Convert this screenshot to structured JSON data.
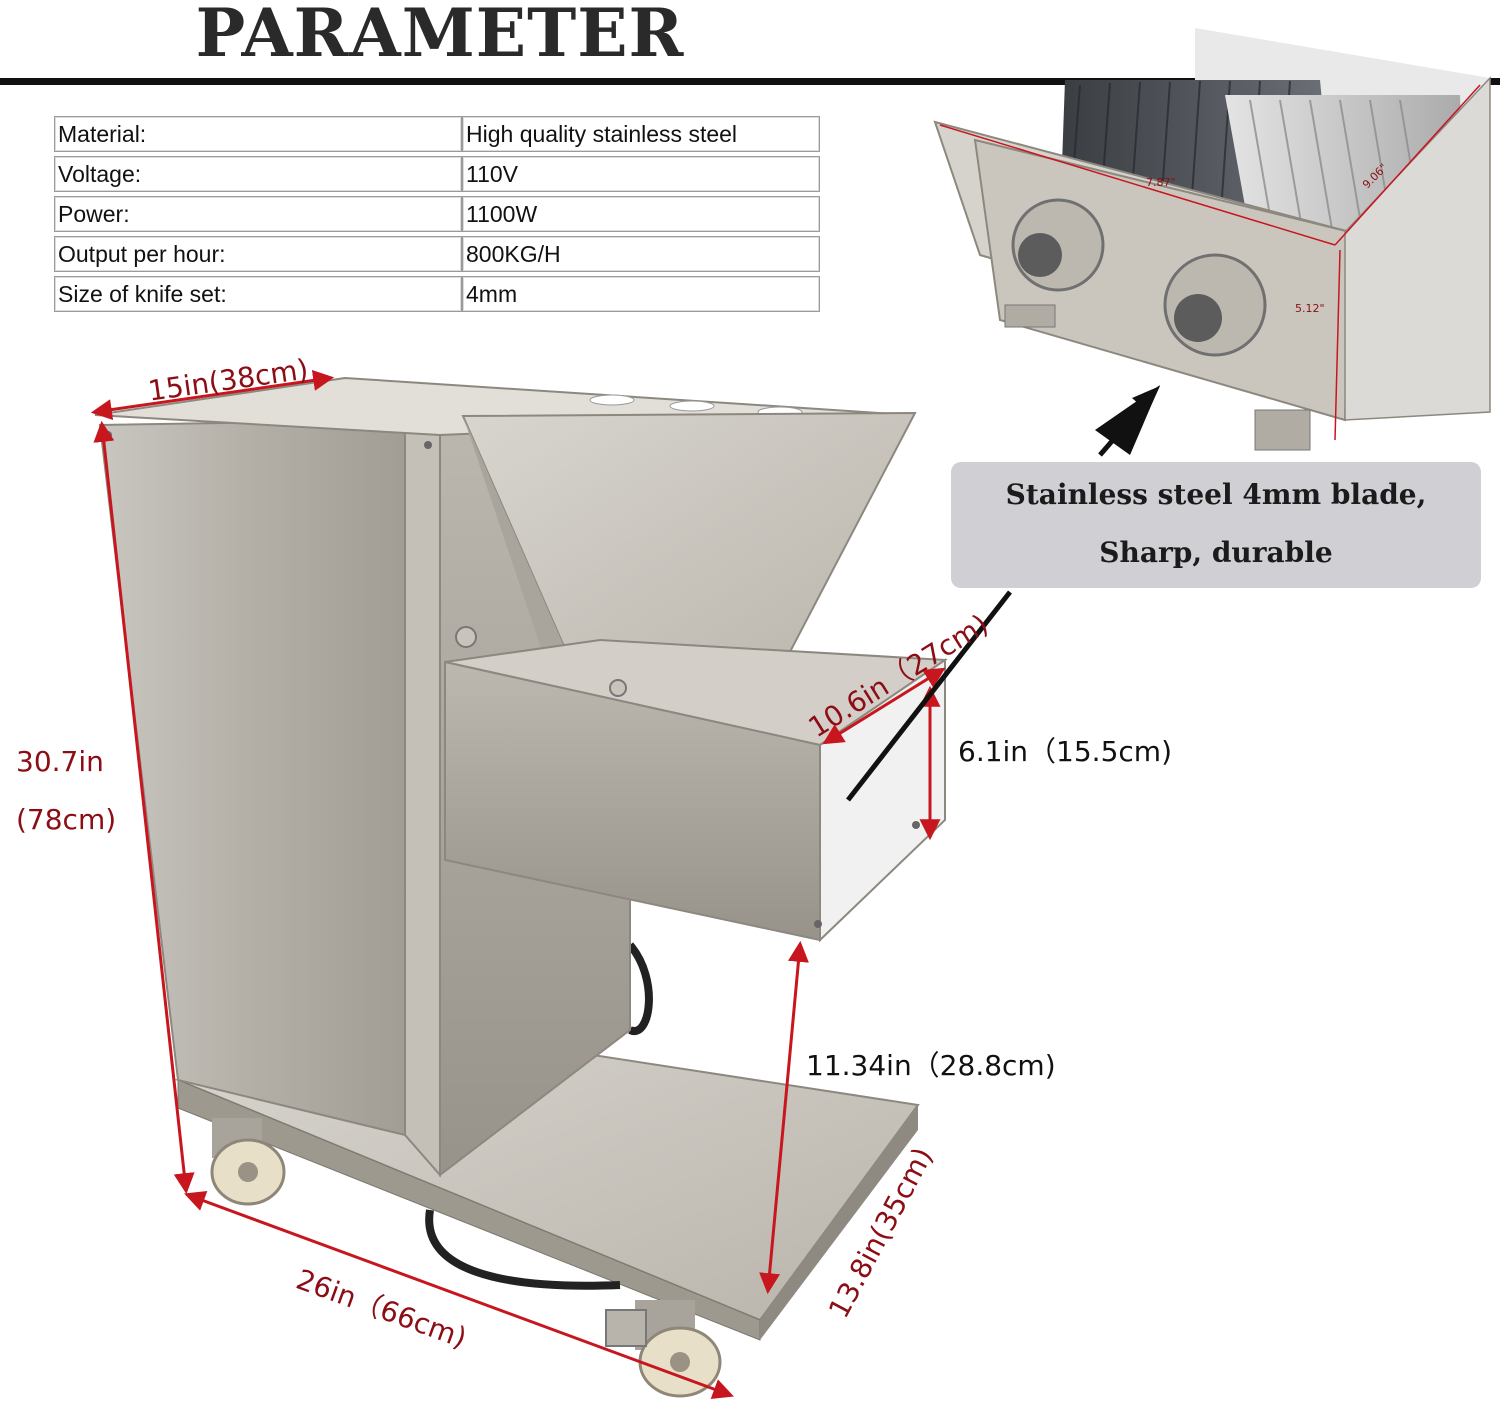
{
  "title": "PARAMETER",
  "specs": [
    {
      "label": "Material:",
      "value": "High quality stainless steel"
    },
    {
      "label": "Voltage:",
      "value": "110V"
    },
    {
      "label": "Power:",
      "value": "1100W"
    },
    {
      "label": "Output per hour:",
      "value": "800KG/H"
    },
    {
      "label": "Size of knife set:",
      "value": "4mm"
    }
  ],
  "dimensions": {
    "top_width": "15in(38cm)",
    "height_in": "30.7in",
    "height_cm": "(78cm)",
    "head_depth": "10.6in（27cm)",
    "head_height": "6.1in（15.5cm)",
    "clearance": "11.34in（28.8cm)",
    "base_length": "26in（66cm)",
    "base_width": "13.8in(35cm)",
    "blade_width": "7.87\"",
    "blade_depth": "9.06\"",
    "blade_height": "5.12\""
  },
  "callout": {
    "line1": "Stainless steel 4mm blade,",
    "line2": "Sharp, durable"
  },
  "colors": {
    "dimension": "#8c0d14",
    "callout_bg": "#cfcfd4"
  }
}
